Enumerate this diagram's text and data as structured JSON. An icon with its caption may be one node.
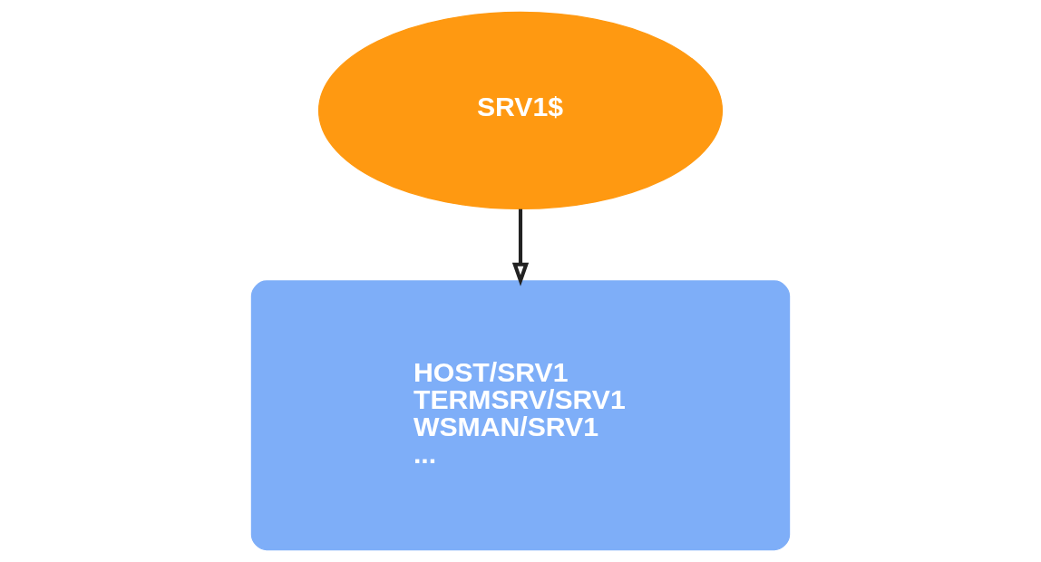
{
  "diagram": {
    "nodes": [
      {
        "text": [
          "SRV1$"
        ]
      },
      {
        "text": [
          "HOST/SRV1",
          "TERMSRV/SRV1",
          "WSMAN/SRV1",
          "..."
        ]
      }
    ],
    "edges": [
      {
        "from": 0,
        "to": 1,
        "arrow": "to"
      }
    ]
  }
}
